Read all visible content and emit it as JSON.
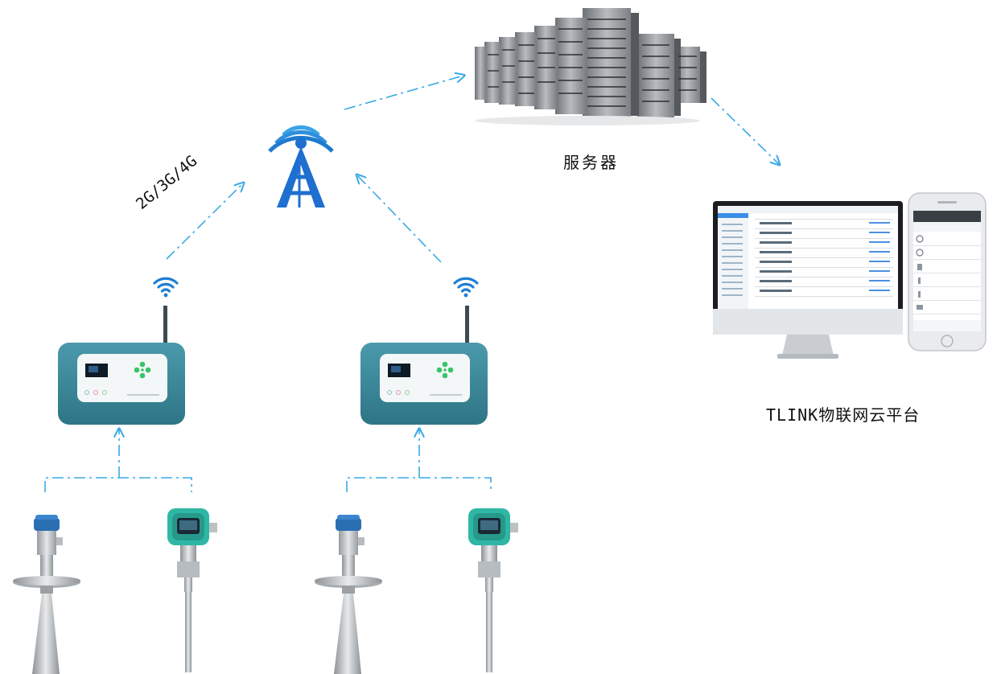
{
  "labels": {
    "network": "2G/3G/4G",
    "server": "服务器",
    "platform": "TLINK物联网云平台"
  },
  "colors": {
    "link_line": "#3aa9e6",
    "tower": "#1e6fd0",
    "gateway_body": "#3c8a9c",
    "sensor_cap": "#2b6fb3",
    "transmitter_green": "#2fb7a5"
  },
  "icons": [
    "signal-tower-icon",
    "wifi-icon",
    "server-rack-icon",
    "monitor-icon",
    "smartphone-icon",
    "gateway-device-icon",
    "radar-level-sensor-icon",
    "pressure-transmitter-icon",
    "arrow-icon"
  ]
}
